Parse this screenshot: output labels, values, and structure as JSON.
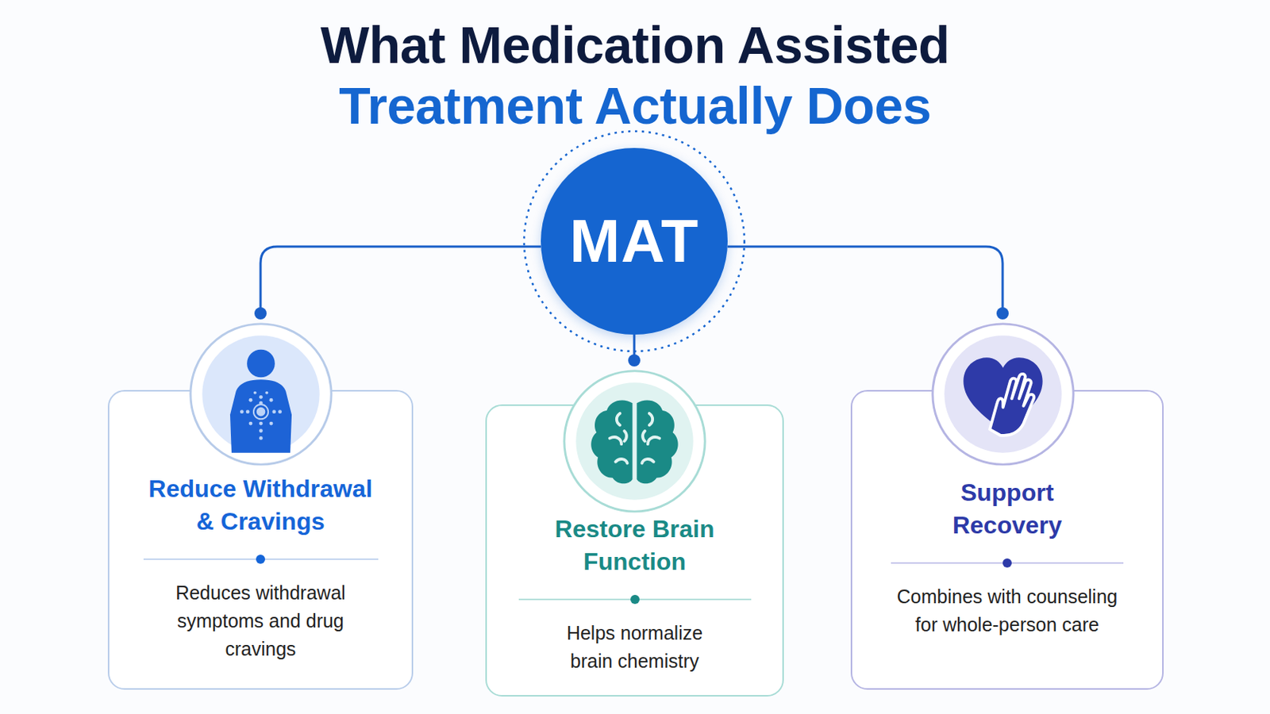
{
  "diagram": {
    "title": "What Medication Assisted Treatment Actually Does",
    "nodes": [
      {
        "text": [
          "MAT"
        ]
      },
      {
        "text": [
          "Reduce Withdrawal & Cravings",
          "Reduces withdrawal symptoms and drug cravings"
        ]
      },
      {
        "text": [
          "Restore Brain Function",
          "Helps normalize brain chemistry"
        ]
      },
      {
        "text": [
          "Support Recovery",
          "Combines with counseling for whole-person care"
        ]
      }
    ],
    "edges": [
      {
        "from": 0,
        "to": 1,
        "arrow": "none"
      },
      {
        "from": 0,
        "to": 2,
        "arrow": "none"
      },
      {
        "from": 0,
        "to": 3,
        "arrow": "none"
      }
    ]
  }
}
